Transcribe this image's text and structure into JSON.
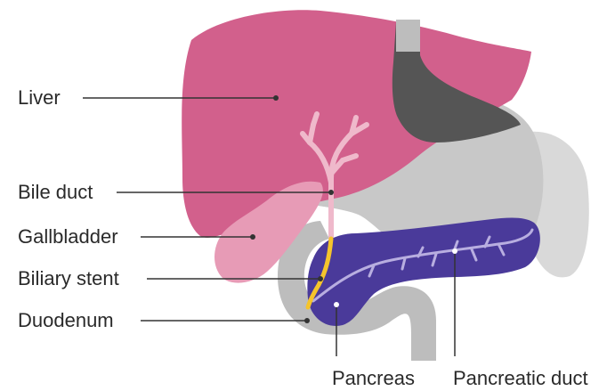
{
  "labels": {
    "liver": "Liver",
    "bile_duct": "Bile duct",
    "gallbladder": "Gallbladder",
    "biliary_stent": "Biliary stent",
    "duodenum": "Duodenum",
    "pancreas": "Pancreas",
    "pancreatic_duct": "Pancreatic duct"
  },
  "colors": {
    "liver": "#d2608c",
    "stomach_light": "#c8c8c8",
    "stomach_dark": "#555555",
    "duodenum": "#bdbdbd",
    "pancreas": "#4a3a9a",
    "pancreatic_duct": "#b8aee0",
    "bile_duct": "#efb9cb",
    "gallbladder": "#e79bb6",
    "stent": "#f5c42c",
    "leader_line": "#333333"
  }
}
